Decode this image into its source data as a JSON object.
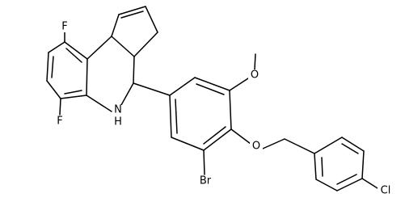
{
  "atom_labels": {
    "fluoro_top": "F",
    "fluoro_bottom": "F",
    "amine": "N",
    "amine_h": "H",
    "bromo": "Br",
    "ether_methoxy": "O",
    "ether_benzyl": "O",
    "chloro": "Cl"
  },
  "colors": {
    "bond": "#000000",
    "label": "#000000",
    "background": "#ffffff"
  }
}
